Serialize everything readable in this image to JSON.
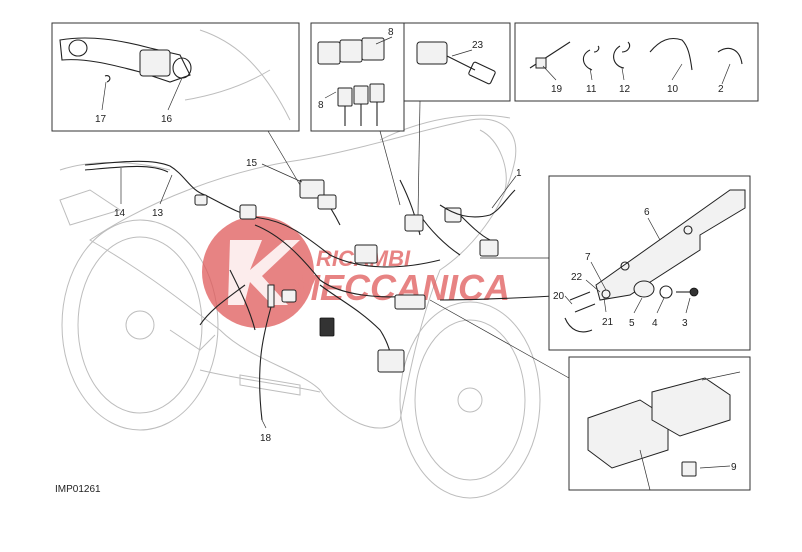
{
  "diagram": {
    "drawing_code": "IMP01261",
    "watermark": {
      "line1": "RICAMBI",
      "line2": "MECCANICA",
      "color": "#e05a5a"
    },
    "callouts": [
      "1",
      "2",
      "3",
      "4",
      "5",
      "6",
      "7",
      "8",
      "8",
      "9",
      "10",
      "11",
      "12",
      "13",
      "14",
      "15",
      "16",
      "17",
      "18",
      "19",
      "20",
      "21",
      "22",
      "23"
    ]
  }
}
